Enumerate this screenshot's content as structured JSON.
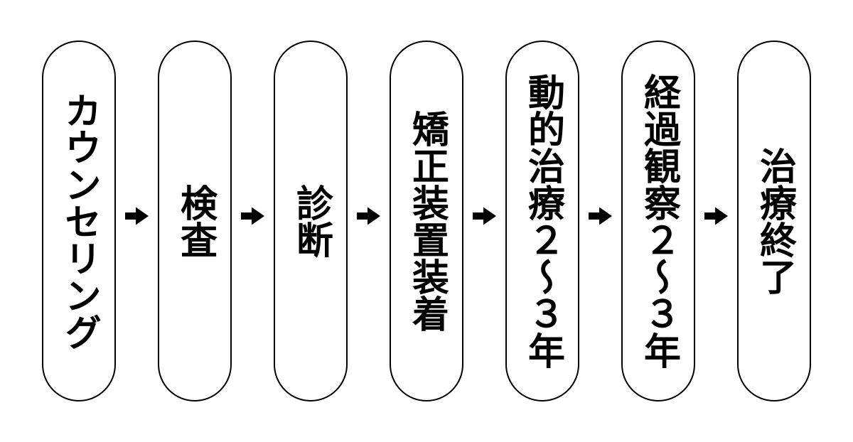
{
  "flow": {
    "type": "process-flow",
    "direction": "left-to-right",
    "steps": [
      "カウンセリング",
      "検査",
      "診断",
      "矯正装置装着",
      "動的治療２〜３年",
      "経過観察２〜３年",
      "治療終了"
    ],
    "connector_glyph": "➔",
    "colors": {
      "background": "#ffffff",
      "node_fill": "#ffffff",
      "node_border": "#000000",
      "text": "#000000",
      "arrow": "#000000"
    }
  }
}
